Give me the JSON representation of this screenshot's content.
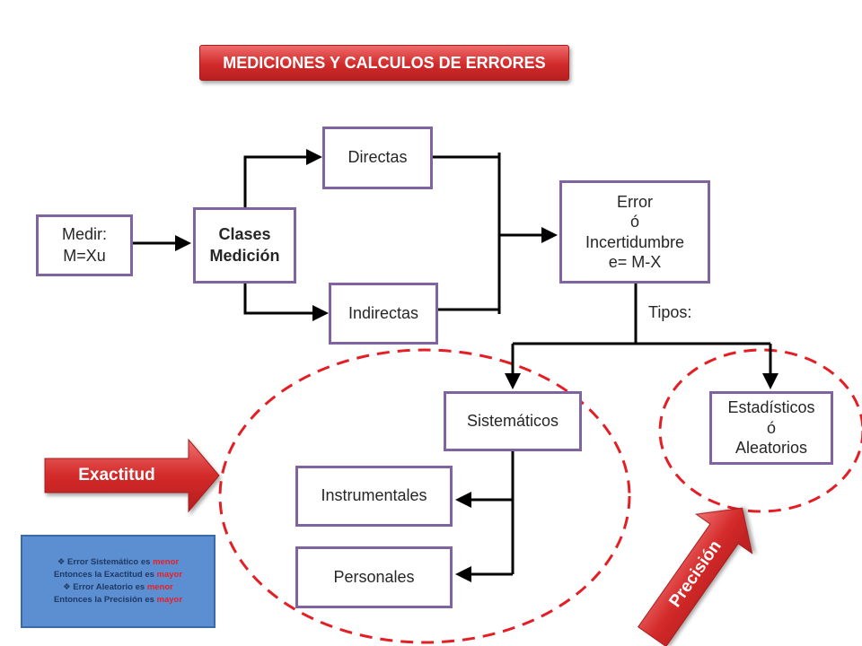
{
  "title": "MEDICIONES Y CALCULOS DE ERRORES",
  "nodes": {
    "medir": {
      "lines": [
        "Medir:",
        "M=Xu"
      ]
    },
    "clases": {
      "lines": [
        "Clases",
        "Medición"
      ]
    },
    "directas": {
      "label": "Directas"
    },
    "indirectas": {
      "label": "Indirectas"
    },
    "error": {
      "lines": [
        "Error",
        "ó",
        "Incertidumbre",
        "e= M-X"
      ]
    },
    "sistematicos": {
      "label": "Sistemáticos"
    },
    "estadisticos": {
      "lines": [
        "Estadísticos",
        "ó",
        "Aleatorios"
      ]
    },
    "instrumentales": {
      "label": "Instrumentales"
    },
    "personales": {
      "label": "Personales"
    }
  },
  "tipos_label": "Tipos:",
  "exactitud_label": "Exactitud",
  "precision_label": "Precisión",
  "note": {
    "bullet": "❖",
    "line1_a": "Error Sistemático es",
    "line1_b": "menor",
    "line2_a": "Entonces la Exactitud es",
    "line2_b": "mayor",
    "line3_a": "Error Aleatorio es",
    "line3_b": "menor",
    "line4_a": "Entonces la Precisión es",
    "line4_b": "mayor"
  },
  "colors": {
    "node_border": "#8064a2",
    "connector": "#000000",
    "banner_red": "#d12b2b",
    "dashed_ellipse": "#e31e24",
    "note_background": "#5b8fd1"
  }
}
